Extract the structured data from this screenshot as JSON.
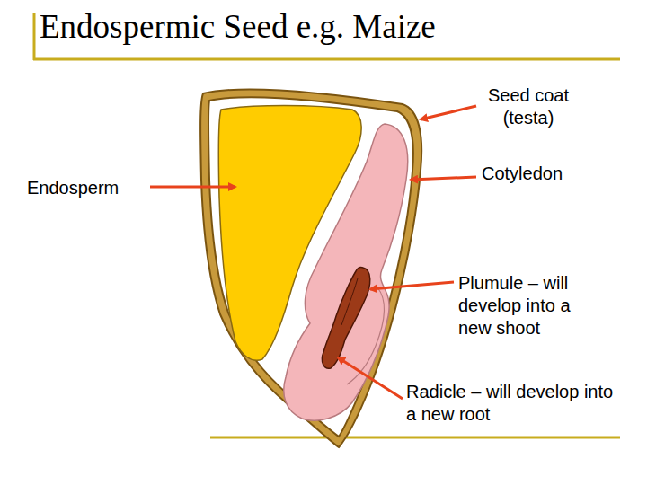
{
  "diagram": {
    "title": "Endospermic Seed e.g. Maize",
    "labels": [
      "Seed coat (testa)",
      "Endosperm",
      "Cotyledon",
      "Plumule – will develop into a new shoot",
      "Radicle – will develop into a new root"
    ]
  }
}
